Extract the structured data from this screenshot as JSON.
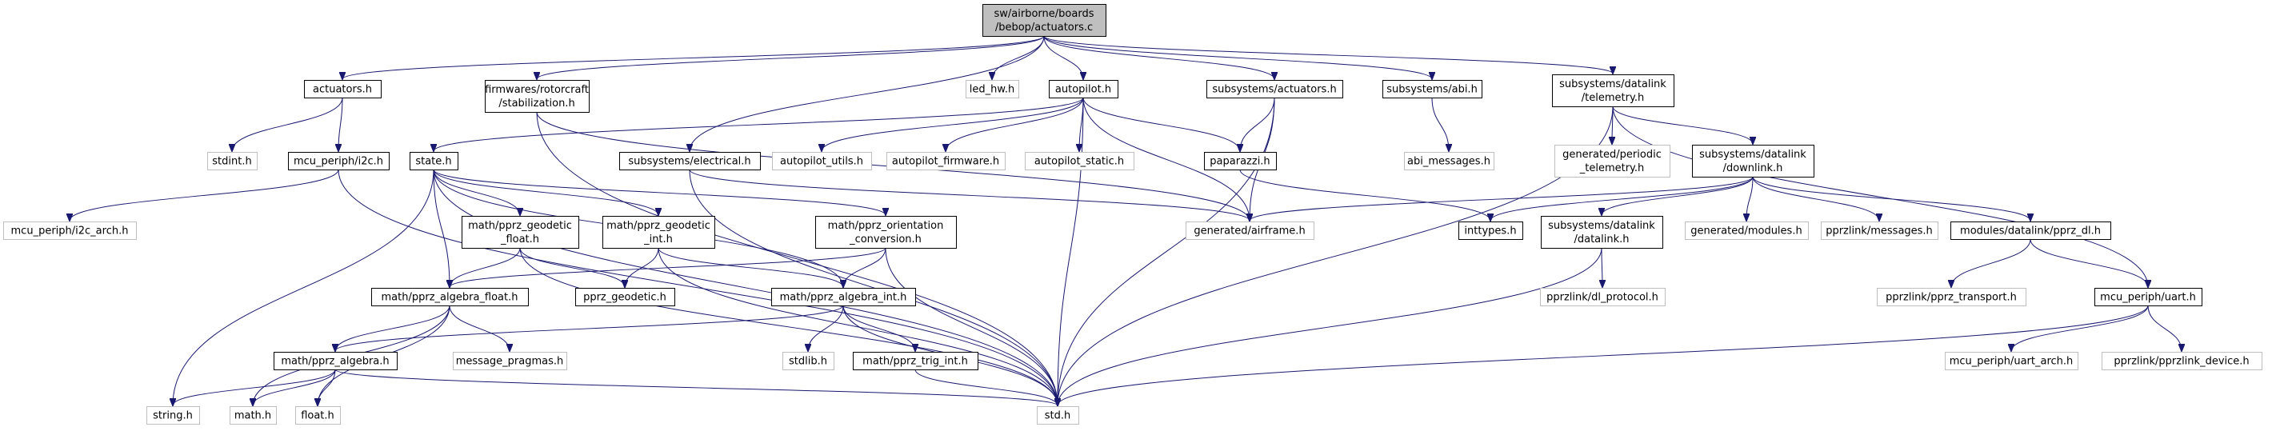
{
  "graph": {
    "root": "sw/airborne/boards/bebop/actuators.c",
    "nodes": [
      {
        "id": "root",
        "lines": [
          "sw/airborne/boards",
          "/bebop/actuators.c"
        ],
        "style": "root"
      },
      {
        "id": "actuators_h",
        "lines": [
          "actuators.h"
        ],
        "style": "doc"
      },
      {
        "id": "rotorcraft_stab",
        "lines": [
          "firmwares/rotorcraft",
          "/stabilization.h"
        ],
        "style": "doc"
      },
      {
        "id": "subsys_electrical",
        "lines": [
          "subsystems/electrical.h"
        ],
        "style": "doc"
      },
      {
        "id": "led_hw",
        "lines": [
          "led_hw.h"
        ],
        "style": "ext"
      },
      {
        "id": "autopilot_h",
        "lines": [
          "autopilot.h"
        ],
        "style": "doc"
      },
      {
        "id": "subsys_actuators",
        "lines": [
          "subsystems/actuators.h"
        ],
        "style": "doc"
      },
      {
        "id": "subsys_abi",
        "lines": [
          "subsystems/abi.h"
        ],
        "style": "doc"
      },
      {
        "id": "datalink_telemetry",
        "lines": [
          "subsystems/datalink",
          "/telemetry.h"
        ],
        "style": "doc"
      },
      {
        "id": "stdint",
        "lines": [
          "stdint.h"
        ],
        "style": "ext"
      },
      {
        "id": "mcu_i2c",
        "lines": [
          "mcu_periph/i2c.h"
        ],
        "style": "doc"
      },
      {
        "id": "state_h",
        "lines": [
          "state.h"
        ],
        "style": "doc"
      },
      {
        "id": "autopilot_utils",
        "lines": [
          "autopilot_utils.h"
        ],
        "style": "ext"
      },
      {
        "id": "autopilot_firmware",
        "lines": [
          "autopilot_firmware.h"
        ],
        "style": "ext"
      },
      {
        "id": "autopilot_static",
        "lines": [
          "autopilot_static.h"
        ],
        "style": "ext"
      },
      {
        "id": "paparazzi_h",
        "lines": [
          "paparazzi.h"
        ],
        "style": "doc"
      },
      {
        "id": "abi_messages",
        "lines": [
          "abi_messages.h"
        ],
        "style": "ext"
      },
      {
        "id": "gen_periodic",
        "lines": [
          "generated/periodic",
          "_telemetry.h"
        ],
        "style": "ext"
      },
      {
        "id": "datalink_downlink",
        "lines": [
          "subsystems/datalink",
          "/downlink.h"
        ],
        "style": "doc"
      },
      {
        "id": "i2c_arch",
        "lines": [
          "mcu_periph/i2c_arch.h"
        ],
        "style": "ext"
      },
      {
        "id": "geodetic_float",
        "lines": [
          "math/pprz_geodetic",
          "_float.h"
        ],
        "style": "doc"
      },
      {
        "id": "geodetic_int",
        "lines": [
          "math/pprz_geodetic",
          "_int.h"
        ],
        "style": "doc"
      },
      {
        "id": "orientation_conv",
        "lines": [
          "math/pprz_orientation",
          "_conversion.h"
        ],
        "style": "doc"
      },
      {
        "id": "gen_airframe",
        "lines": [
          "generated/airframe.h"
        ],
        "style": "ext"
      },
      {
        "id": "inttypes",
        "lines": [
          "inttypes.h"
        ],
        "style": "doc"
      },
      {
        "id": "datalink_datalink",
        "lines": [
          "subsystems/datalink",
          "/datalink.h"
        ],
        "style": "doc"
      },
      {
        "id": "gen_modules",
        "lines": [
          "generated/modules.h"
        ],
        "style": "ext"
      },
      {
        "id": "pprzlink_messages",
        "lines": [
          "pprzlink/messages.h"
        ],
        "style": "ext"
      },
      {
        "id": "pprz_dl",
        "lines": [
          "modules/datalink/pprz_dl.h"
        ],
        "style": "doc"
      },
      {
        "id": "algebra_float",
        "lines": [
          "math/pprz_algebra_float.h"
        ],
        "style": "doc"
      },
      {
        "id": "pprz_geodetic",
        "lines": [
          "pprz_geodetic.h"
        ],
        "style": "doc"
      },
      {
        "id": "algebra_int",
        "lines": [
          "math/pprz_algebra_int.h"
        ],
        "style": "doc"
      },
      {
        "id": "dl_protocol",
        "lines": [
          "pprzlink/dl_protocol.h"
        ],
        "style": "ext"
      },
      {
        "id": "pprz_transport",
        "lines": [
          "pprzlink/pprz_transport.h"
        ],
        "style": "ext"
      },
      {
        "id": "mcu_uart",
        "lines": [
          "mcu_periph/uart.h"
        ],
        "style": "doc"
      },
      {
        "id": "pprz_algebra",
        "lines": [
          "math/pprz_algebra.h"
        ],
        "style": "doc"
      },
      {
        "id": "message_pragmas",
        "lines": [
          "message_pragmas.h"
        ],
        "style": "ext"
      },
      {
        "id": "stdlib",
        "lines": [
          "stdlib.h"
        ],
        "style": "ext"
      },
      {
        "id": "trig_int",
        "lines": [
          "math/pprz_trig_int.h"
        ],
        "style": "doc"
      },
      {
        "id": "uart_arch",
        "lines": [
          "mcu_periph/uart_arch.h"
        ],
        "style": "ext"
      },
      {
        "id": "pprzlink_device",
        "lines": [
          "pprzlink/pprzlink_device.h"
        ],
        "style": "ext"
      },
      {
        "id": "string_h",
        "lines": [
          "string.h"
        ],
        "style": "ext"
      },
      {
        "id": "math_h",
        "lines": [
          "math.h"
        ],
        "style": "ext"
      },
      {
        "id": "float_h",
        "lines": [
          "float.h"
        ],
        "style": "ext"
      },
      {
        "id": "std_h",
        "lines": [
          "std.h"
        ],
        "style": "ext"
      }
    ],
    "edges": [
      [
        "root",
        "actuators_h"
      ],
      [
        "root",
        "rotorcraft_stab"
      ],
      [
        "root",
        "subsys_electrical"
      ],
      [
        "root",
        "led_hw"
      ],
      [
        "root",
        "autopilot_h"
      ],
      [
        "root",
        "subsys_actuators"
      ],
      [
        "root",
        "subsys_abi"
      ],
      [
        "root",
        "datalink_telemetry"
      ],
      [
        "actuators_h",
        "stdint"
      ],
      [
        "actuators_h",
        "mcu_i2c"
      ],
      [
        "mcu_i2c",
        "i2c_arch"
      ],
      [
        "mcu_i2c",
        "std_h"
      ],
      [
        "autopilot_h",
        "state_h"
      ],
      [
        "autopilot_h",
        "autopilot_utils"
      ],
      [
        "autopilot_h",
        "autopilot_firmware"
      ],
      [
        "autopilot_h",
        "autopilot_static"
      ],
      [
        "autopilot_h",
        "paparazzi_h"
      ],
      [
        "autopilot_h",
        "gen_airframe"
      ],
      [
        "autopilot_h",
        "std_h"
      ],
      [
        "rotorcraft_stab",
        "std_h"
      ],
      [
        "rotorcraft_stab",
        "gen_airframe"
      ],
      [
        "subsys_electrical",
        "std_h"
      ],
      [
        "subsys_electrical",
        "gen_airframe"
      ],
      [
        "subsys_actuators",
        "paparazzi_h"
      ],
      [
        "subsys_actuators",
        "gen_airframe"
      ],
      [
        "subsys_actuators",
        "std_h"
      ],
      [
        "subsys_abi",
        "abi_messages"
      ],
      [
        "datalink_telemetry",
        "gen_periodic"
      ],
      [
        "datalink_telemetry",
        "datalink_downlink"
      ],
      [
        "datalink_telemetry",
        "std_h"
      ],
      [
        "datalink_telemetry",
        "mcu_uart"
      ],
      [
        "paparazzi_h",
        "inttypes"
      ],
      [
        "datalink_downlink",
        "gen_airframe"
      ],
      [
        "datalink_downlink",
        "inttypes"
      ],
      [
        "datalink_downlink",
        "datalink_datalink"
      ],
      [
        "datalink_downlink",
        "gen_modules"
      ],
      [
        "datalink_downlink",
        "pprzlink_messages"
      ],
      [
        "datalink_downlink",
        "pprz_dl"
      ],
      [
        "datalink_datalink",
        "dl_protocol"
      ],
      [
        "datalink_datalink",
        "std_h"
      ],
      [
        "pprz_dl",
        "pprz_transport"
      ],
      [
        "pprz_dl",
        "mcu_uart"
      ],
      [
        "mcu_uart",
        "uart_arch"
      ],
      [
        "mcu_uart",
        "pprzlink_device"
      ],
      [
        "mcu_uart",
        "std_h"
      ],
      [
        "state_h",
        "geodetic_float"
      ],
      [
        "state_h",
        "geodetic_int"
      ],
      [
        "state_h",
        "orientation_conv"
      ],
      [
        "state_h",
        "algebra_float"
      ],
      [
        "state_h",
        "algebra_int"
      ],
      [
        "state_h",
        "std_h"
      ],
      [
        "state_h",
        "string_h"
      ],
      [
        "geodetic_float",
        "pprz_geodetic"
      ],
      [
        "geodetic_float",
        "algebra_float"
      ],
      [
        "geodetic_float",
        "std_h"
      ],
      [
        "geodetic_int",
        "pprz_geodetic"
      ],
      [
        "geodetic_int",
        "algebra_int"
      ],
      [
        "geodetic_int",
        "std_h"
      ],
      [
        "orientation_conv",
        "algebra_float"
      ],
      [
        "orientation_conv",
        "algebra_int"
      ],
      [
        "orientation_conv",
        "std_h"
      ],
      [
        "algebra_float",
        "pprz_algebra"
      ],
      [
        "algebra_float",
        "message_pragmas"
      ],
      [
        "algebra_float",
        "math_h"
      ],
      [
        "algebra_float",
        "float_h"
      ],
      [
        "algebra_int",
        "pprz_algebra"
      ],
      [
        "algebra_int",
        "stdlib"
      ],
      [
        "algebra_int",
        "trig_int"
      ],
      [
        "algebra_int",
        "std_h"
      ],
      [
        "trig_int",
        "std_h"
      ],
      [
        "pprz_algebra",
        "string_h"
      ],
      [
        "pprz_algebra",
        "math_h"
      ],
      [
        "pprz_algebra",
        "float_h"
      ],
      [
        "pprz_algebra",
        "std_h"
      ]
    ]
  },
  "colors": {
    "edge": "#191970",
    "root_fill": "#bfbfbf",
    "root_border": "#000000",
    "doc_fill": "#ffffff",
    "doc_border": "#000000",
    "doc_text": "#000000",
    "ext_fill": "#ffffff",
    "ext_border": "#bfbfbf",
    "ext_text": "#000000"
  }
}
